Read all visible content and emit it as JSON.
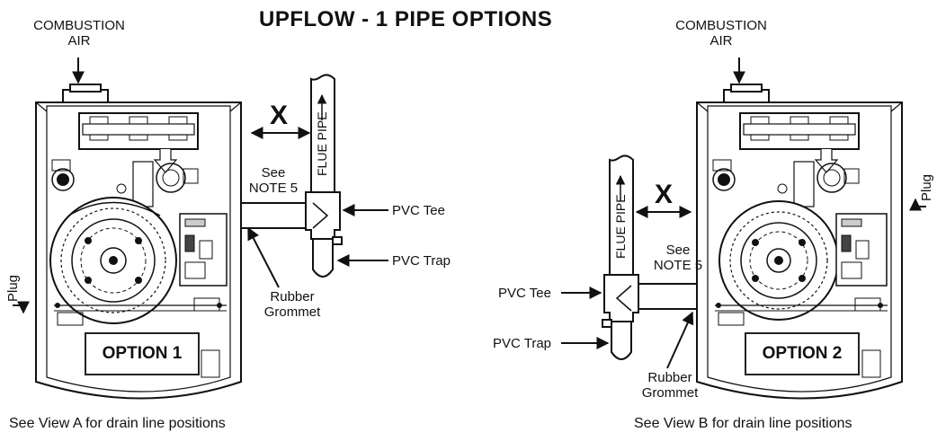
{
  "title": "UPFLOW - 1 PIPE OPTIONS",
  "left": {
    "combustion_air_line1": "COMBUSTION",
    "combustion_air_line2": "AIR",
    "option_label": "OPTION 1",
    "x_label": "X",
    "flue_pipe": "FLUE PIPE",
    "see_note_line1": "See",
    "see_note_line2": "NOTE 5",
    "pvc_tee": "PVC Tee",
    "pvc_trap": "PVC Trap",
    "grommet_line1": "Rubber",
    "grommet_line2": "Grommet",
    "plug": "Plug",
    "caption": "See View A for drain line positions"
  },
  "right": {
    "combustion_air_line1": "COMBUSTION",
    "combustion_air_line2": "AIR",
    "option_label": "OPTION 2",
    "x_label": "X",
    "flue_pipe": "FLUE PIPE",
    "see_note_line1": "See",
    "see_note_line2": "NOTE 5",
    "pvc_tee": "PVC Tee",
    "pvc_trap": "PVC Trap",
    "grommet_line1": "Rubber",
    "grommet_line2": "Grommet",
    "plug": "Plug",
    "caption": "See View B for drain line positions"
  }
}
